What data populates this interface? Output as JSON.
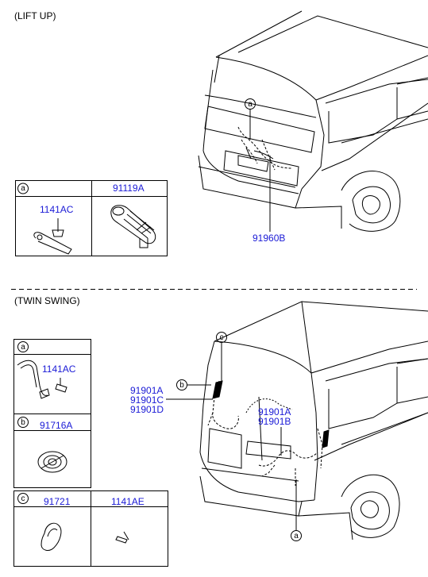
{
  "sections": {
    "lift_up": "(LIFT UP)",
    "twin_swing": "(TWIN SWING)"
  },
  "lift_up": {
    "table": {
      "header_key": "a",
      "header_part": "91119A",
      "bolt_part": "1141AC"
    },
    "callout": "a",
    "harness_part": "91960B"
  },
  "twin_swing": {
    "table": {
      "a_key": "a",
      "a_part": "1141AC",
      "b_key": "b",
      "b_part": "91716A",
      "c_key": "c",
      "c_part1": "91721",
      "c_part2": "1141AE"
    },
    "callouts": {
      "c": "c",
      "b": "b",
      "a": "a"
    },
    "left_parts": [
      "91901A",
      "91901C",
      "91901D"
    ],
    "right_parts": [
      "91901A",
      "91901B"
    ]
  },
  "colors": {
    "part_label": "#1a1ad6",
    "line": "#000000"
  }
}
